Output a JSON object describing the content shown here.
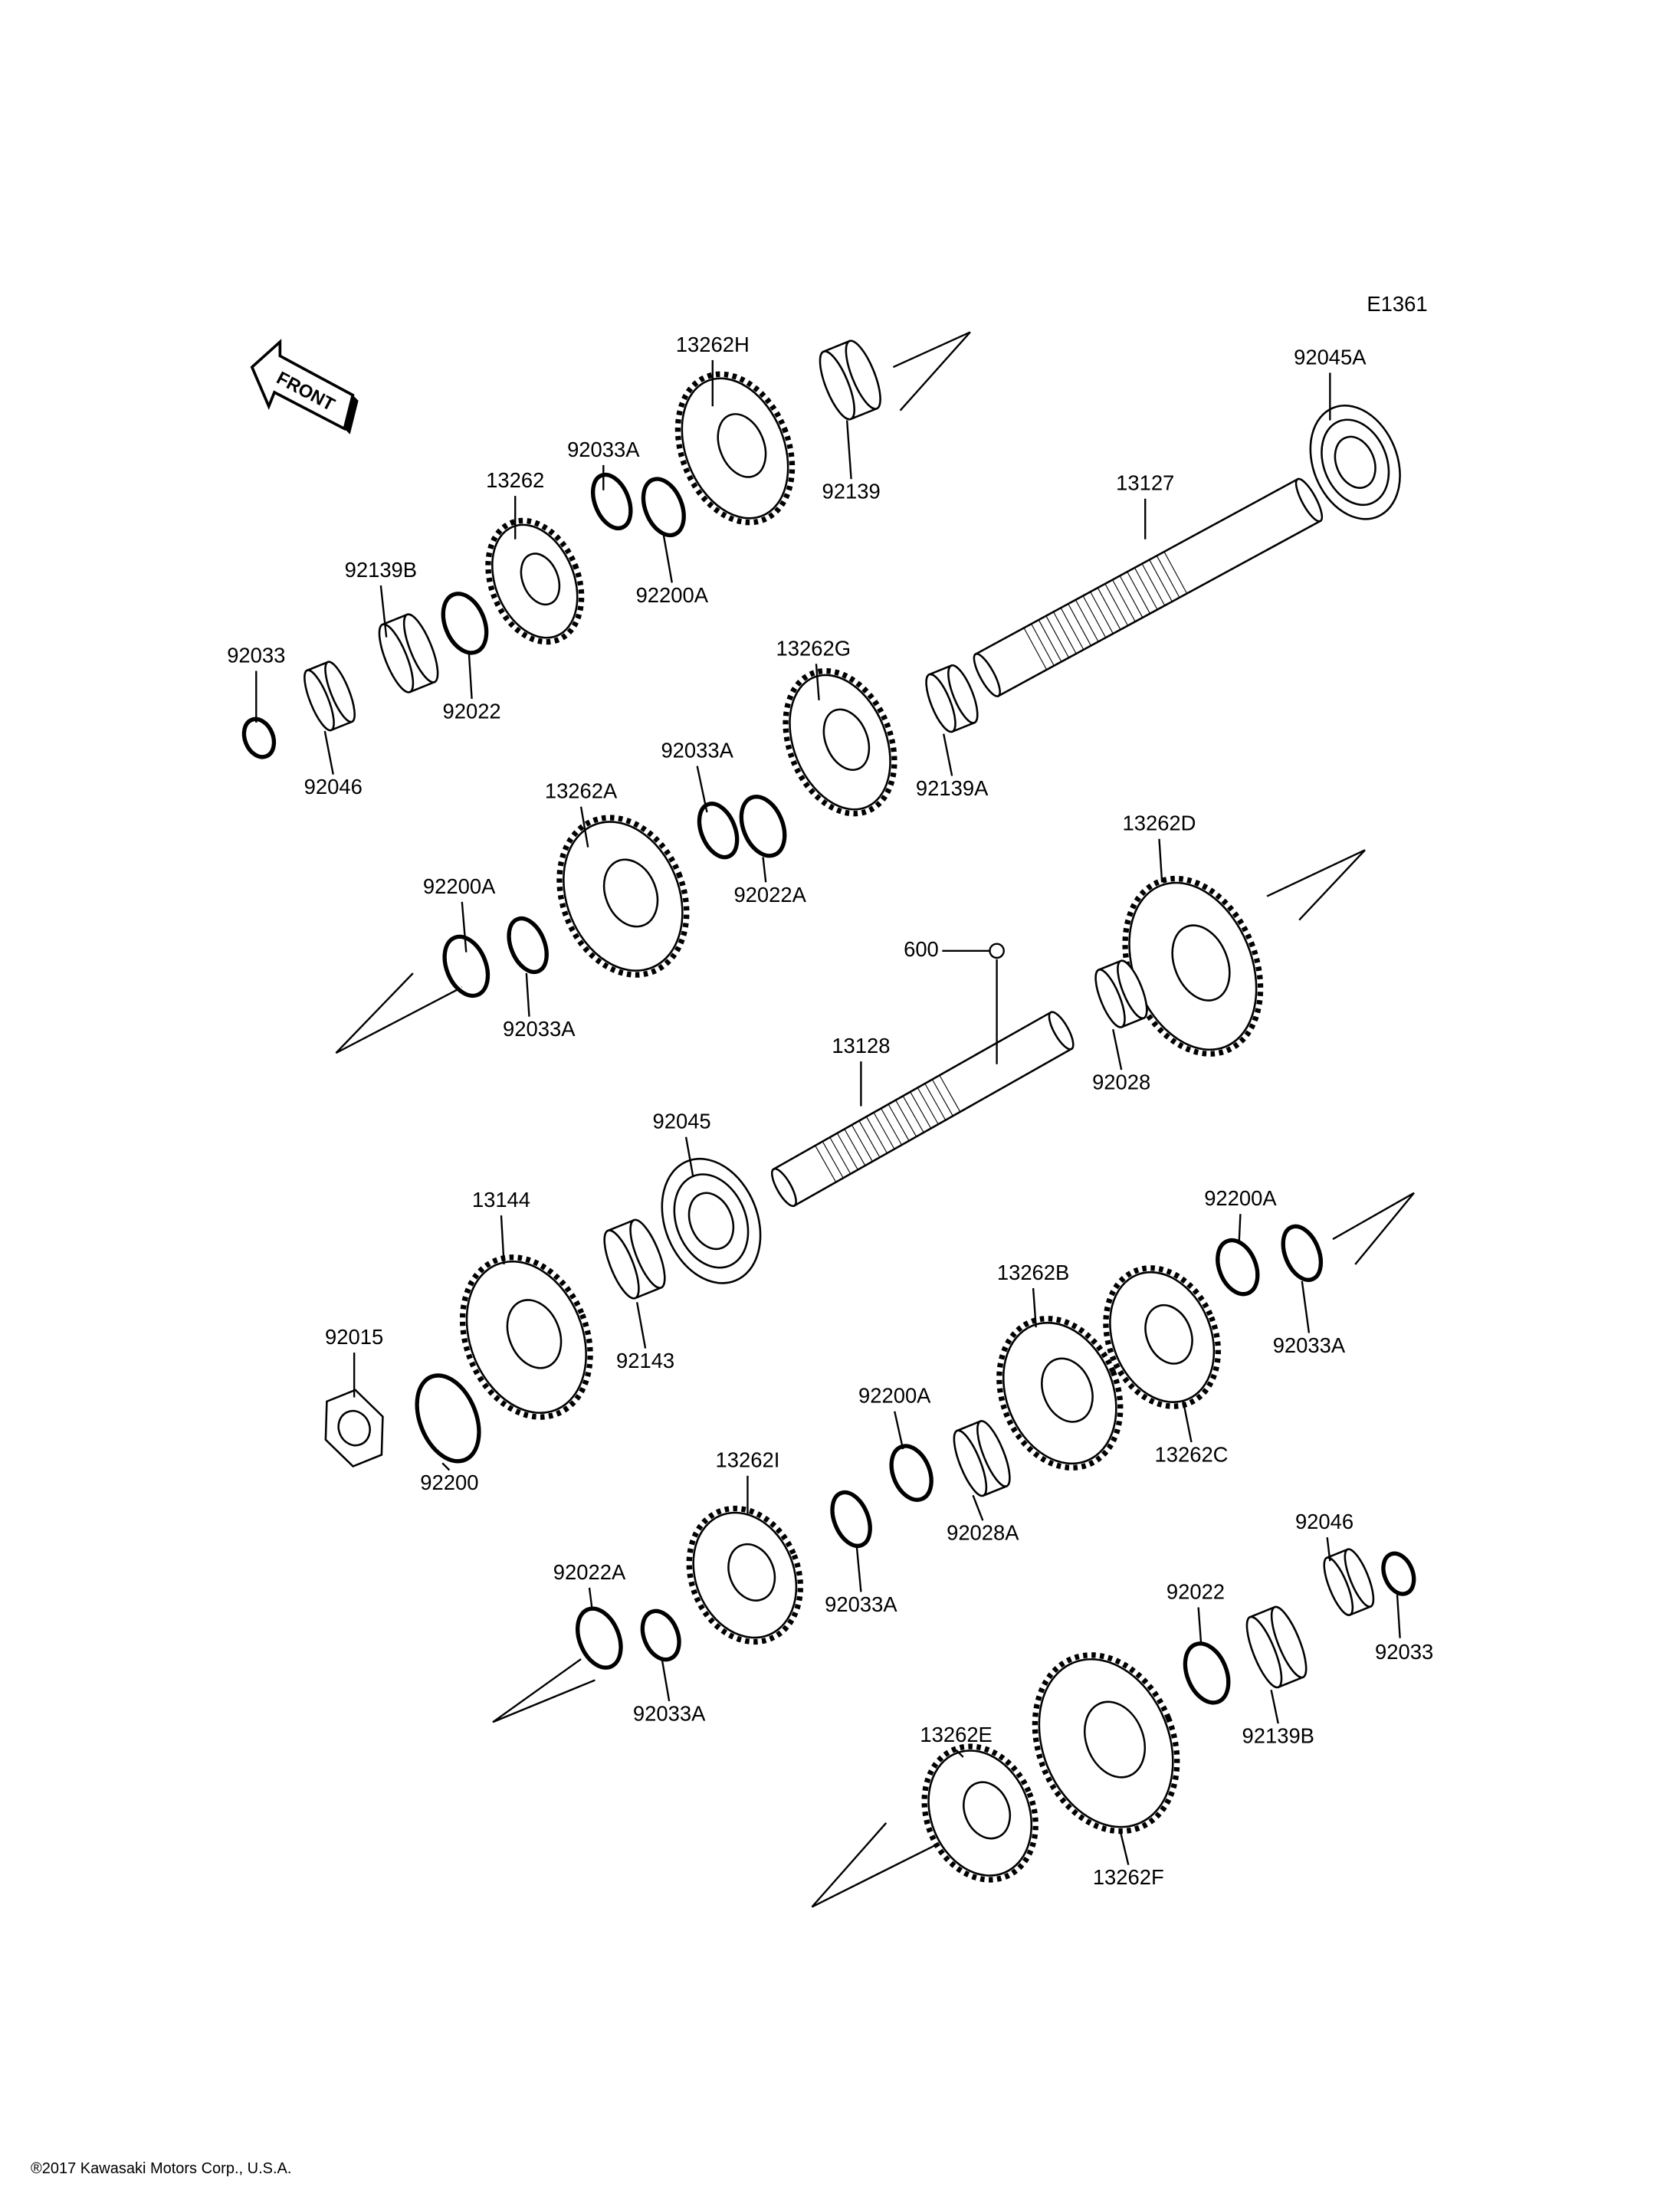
{
  "diagram_code": "E1361",
  "front_arrow_label": "FRONT",
  "callout_600": "600",
  "labels": [
    "13262H",
    "92045A",
    "92033A",
    "13262",
    "13127",
    "92139",
    "92139B",
    "92200A",
    "92033",
    "92022",
    "13262G",
    "92033A",
    "92046",
    "92139A",
    "13262A",
    "13262D",
    "92022A",
    "92200A",
    "92033A",
    "13128",
    "92028",
    "92045",
    "13144",
    "92200A",
    "13262B",
    "92033A",
    "92143",
    "92015",
    "92200A",
    "13262C",
    "92200",
    "13262I",
    "92028A",
    "92046",
    "92022",
    "92033A",
    "92022A",
    "92033",
    "92033A",
    "92139B",
    "13262E",
    "13262F"
  ],
  "copyright": "®2017 Kawasaki Motors Corp., U.S.A."
}
